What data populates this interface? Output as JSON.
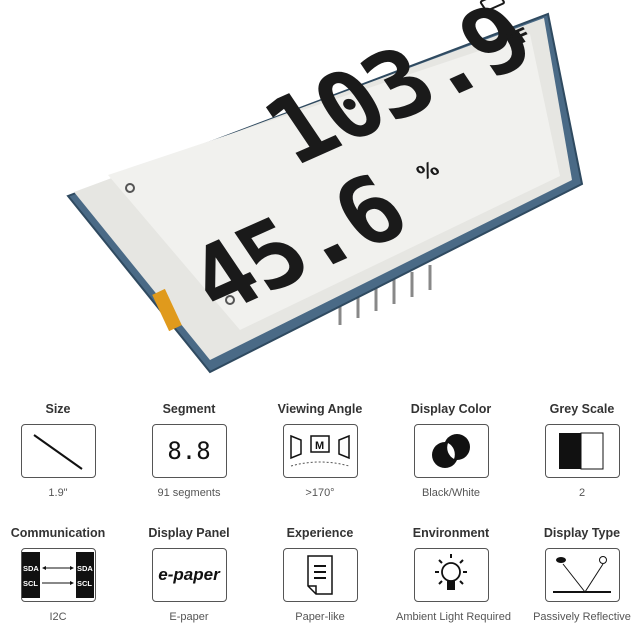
{
  "product": {
    "temperature_value": "103.9",
    "temperature_unit": "°F",
    "humidity_value": "45.6",
    "humidity_unit": "%",
    "board_color": "#4a6a86",
    "screen_color": "#f1f1ee",
    "flex_color": "#e09a1c"
  },
  "specs": [
    {
      "title": "Size",
      "value": "1.9\"",
      "icon": "diagonal-line-icon"
    },
    {
      "title": "Segment",
      "value": "91 segments",
      "icon": "seven-segment-icon",
      "icon_text": "8.8"
    },
    {
      "title": "Viewing Angle",
      "value": ">170°",
      "icon": "viewing-angle-icon",
      "icon_text": "M"
    },
    {
      "title": "Display Color",
      "value": "Black/White",
      "icon": "overlapping-circles-icon"
    },
    {
      "title": "Grey Scale",
      "value": "2",
      "icon": "black-white-blocks-icon"
    },
    {
      "title": "Communication",
      "value": "I2C",
      "icon": "i2c-icon",
      "icon_labels": [
        "SDA",
        "SCL"
      ]
    },
    {
      "title": "Display Panel",
      "value": "E-paper",
      "icon": "e-paper-text-icon",
      "icon_text": "e-paper"
    },
    {
      "title": "Experience",
      "value": "Paper-like",
      "icon": "document-icon"
    },
    {
      "title": "Environment",
      "value": "Ambient Light Required",
      "icon": "light-bulb-icon"
    },
    {
      "title": "Display Type",
      "value": "Passively Reflective",
      "icon": "reflection-icon"
    }
  ]
}
